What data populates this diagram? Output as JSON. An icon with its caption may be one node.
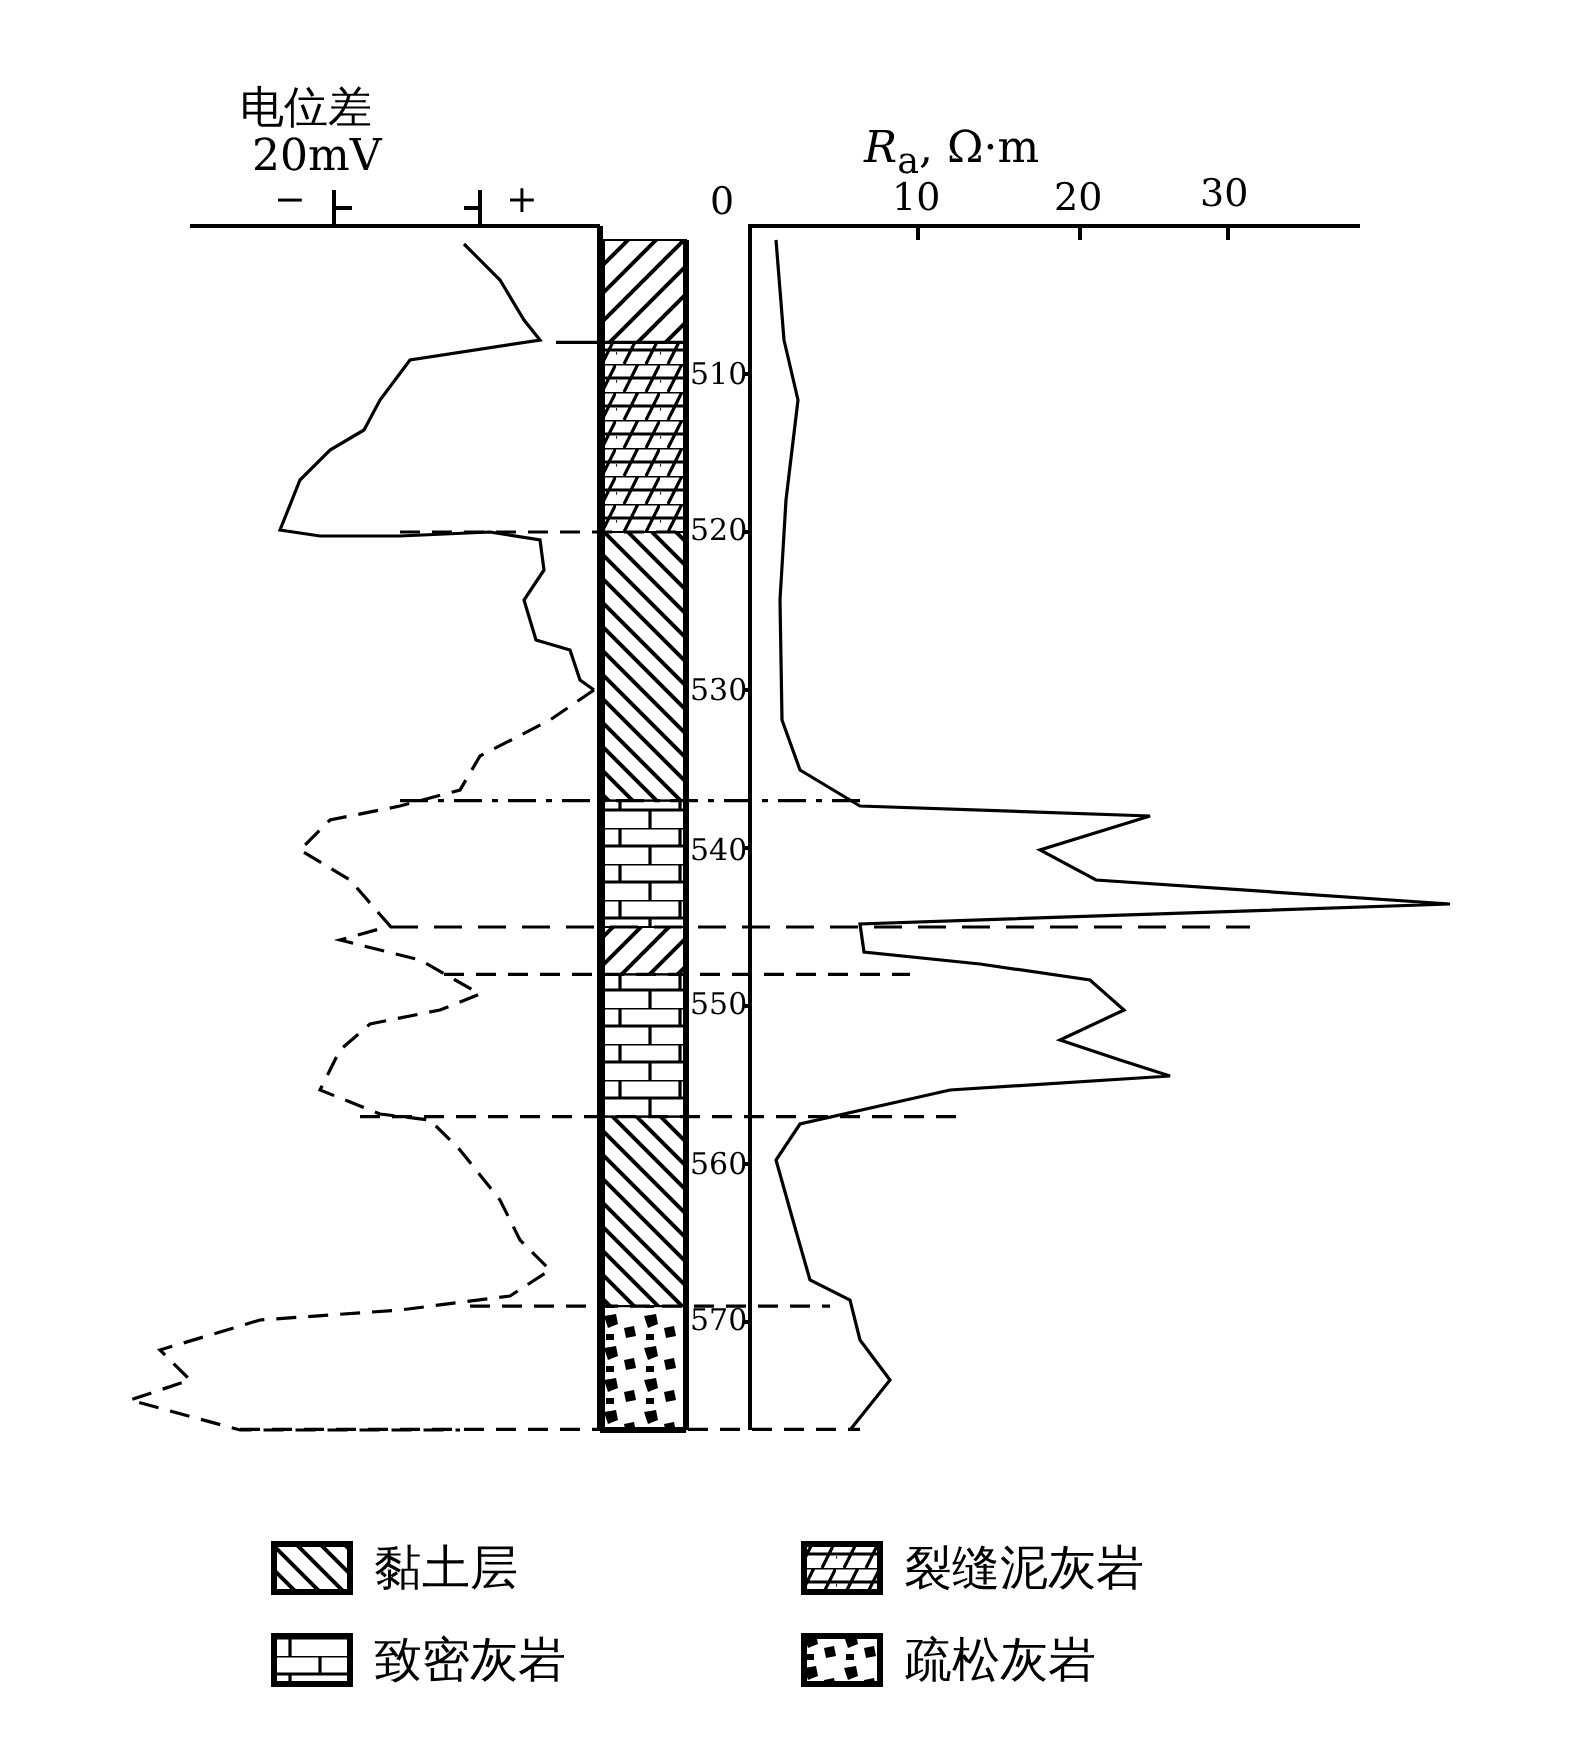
{
  "diagram": {
    "labels": [
      "电位差",
      "20mV",
      "*R*$_{a}$, Ω·m",
      "−",
      "+",
      "0",
      "10",
      "20",
      "30",
      "510",
      "520",
      "530",
      "540",
      "550",
      "560",
      "570"
    ],
    "legend": [
      {
        "text": "黏土层"
      },
      {
        "text": "裂缝泥灰岩"
      },
      {
        "text": "致密灰岩"
      },
      {
        "text": "疏松灰岩"
      }
    ]
  }
}
